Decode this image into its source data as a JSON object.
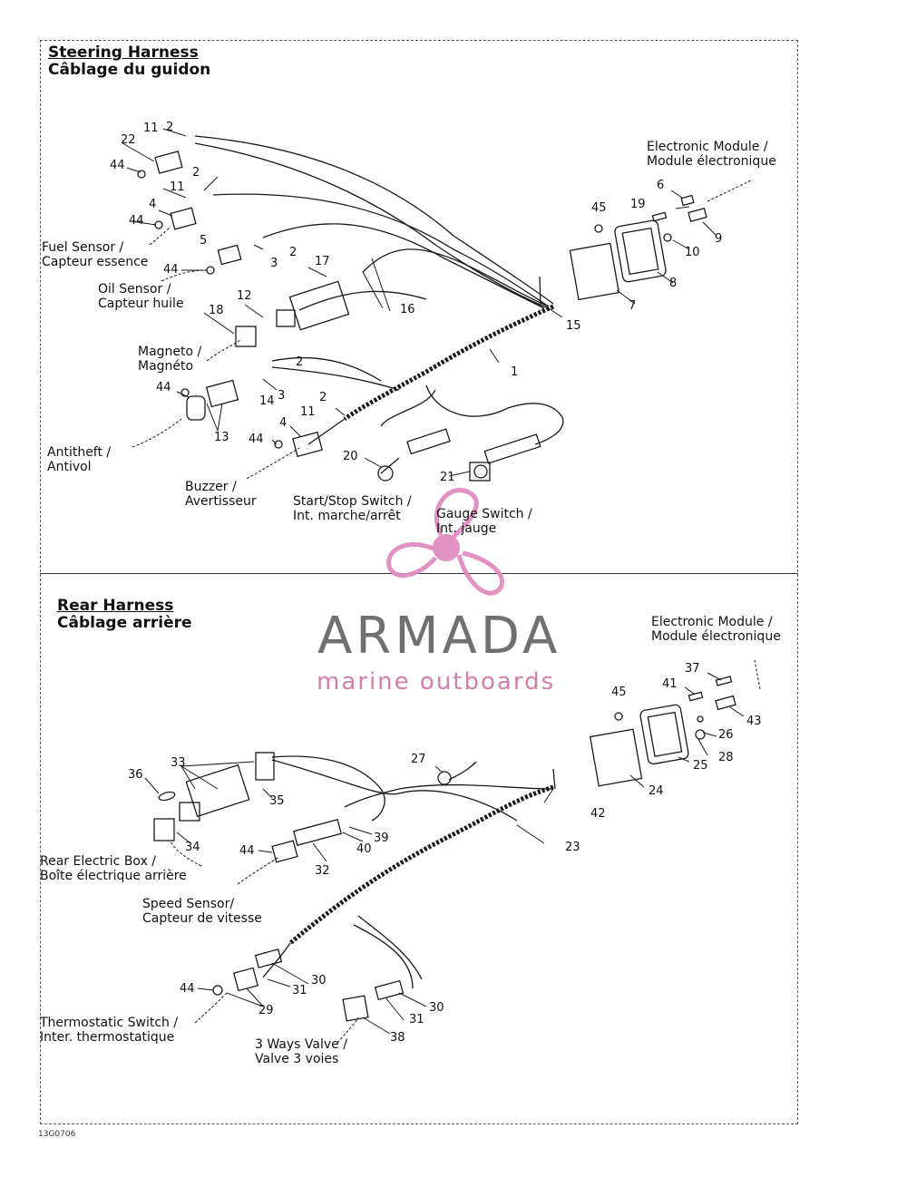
{
  "sections": {
    "steering": {
      "title_line1": "Steering Harness",
      "title_line2": "Câblage du guidon"
    },
    "rear": {
      "title_line1": "Rear Harness",
      "title_line2": "Câblage arrière"
    }
  },
  "labels": {
    "electronic_module_top": [
      "Electronic Module /",
      "Module électronique"
    ],
    "fuel_sensor": [
      "Fuel Sensor /",
      "Capteur essence"
    ],
    "oil_sensor": [
      "Oil Sensor /",
      "Capteur huile"
    ],
    "magneto": [
      "Magneto /",
      "Magnéto"
    ],
    "antitheft": [
      "Antitheft /",
      "Antivol"
    ],
    "buzzer": [
      "Buzzer /",
      "Avertisseur"
    ],
    "start_stop": [
      "Start/Stop Switch /",
      "Int. marche/arrêt"
    ],
    "gauge_switch": [
      "Gauge Switch /",
      "Int. jauge"
    ],
    "electronic_module_rear": [
      "Electronic Module /",
      "Module électronique"
    ],
    "rear_electric_box": [
      "Rear Electric Box /",
      "Boîte électrique arrière"
    ],
    "speed_sensor": [
      "Speed Sensor/",
      "Capteur de vitesse"
    ],
    "thermostatic_switch": [
      "Thermostatic Switch /",
      "Inter. thermostatique"
    ],
    "three_ways_valve": [
      "3 Ways Valve /",
      "Valve 3 voies"
    ]
  },
  "callouts": {
    "c_2a": "2",
    "c_11a": "11",
    "c_22": "22",
    "c_44a": "44",
    "c_2b": "2",
    "c_11b": "11",
    "c_4a": "4",
    "c_44b": "44",
    "c_5": "5",
    "c_2c": "2",
    "c_3a": "3",
    "c_44c": "44",
    "c_17": "17",
    "c_16": "16",
    "c_12": "12",
    "c_18": "18",
    "c_45a": "45",
    "c_6": "6",
    "c_19": "19",
    "c_9": "9",
    "c_10": "10",
    "c_8": "8",
    "c_7": "7",
    "c_15": "15",
    "c_1": "1",
    "c_2d": "2",
    "c_44d": "44",
    "c_14": "14",
    "c_3b": "3",
    "c_13": "13",
    "c_2e": "2",
    "c_11c": "11",
    "c_4b": "4",
    "c_44e": "44",
    "c_20": "20",
    "c_21": "21",
    "c_37": "37",
    "c_41": "41",
    "c_43": "43",
    "c_45b": "45",
    "c_26": "26",
    "c_28": "28",
    "c_25": "25",
    "c_24": "24",
    "c_27": "27",
    "c_42": "42",
    "c_23": "23",
    "c_33": "33",
    "c_36": "36",
    "c_35": "35",
    "c_34": "34",
    "c_39": "39",
    "c_40": "40",
    "c_44f": "44",
    "c_32": "32",
    "c_30a": "30",
    "c_31a": "31",
    "c_44g": "44",
    "c_29": "29",
    "c_30b": "30",
    "c_31b": "31",
    "c_38": "38"
  },
  "figure_code": "13G0706",
  "watermark": {
    "brand": "ARMADA",
    "tagline": "marine outboards"
  },
  "colors": {
    "line": "#1a1a1a",
    "brand_pink": "#e08cc0",
    "brand_gray": "#707070"
  }
}
